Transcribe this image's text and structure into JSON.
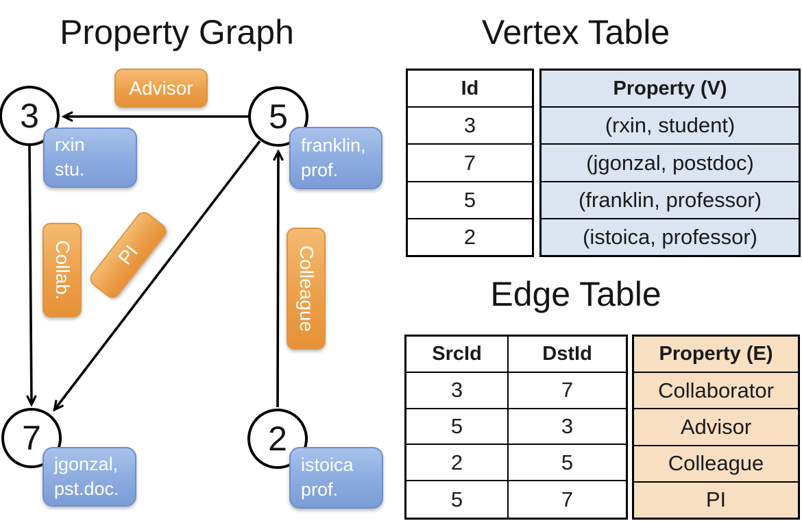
{
  "colors": {
    "edge_label_orange": "#eca04a",
    "vertex_box_blue": "#8fafe2",
    "vertex_table_fill": "#dbe5f2",
    "edge_table_fill": "#f8dfc2",
    "line_black": "#000000"
  },
  "property_graph": {
    "title": "Property Graph",
    "vertices": [
      {
        "id": "3",
        "property": "rxin\nstu."
      },
      {
        "id": "5",
        "property": "franklin,\nprof."
      },
      {
        "id": "7",
        "property": "jgonzal,\npst.doc."
      },
      {
        "id": "2",
        "property": "istoica\nprof."
      }
    ],
    "edge_labels": [
      "Advisor",
      "Collab.",
      "PI",
      "Colleague"
    ]
  },
  "vertex_table": {
    "title": "Vertex Table",
    "columns": [
      "Id",
      "Property (V)"
    ],
    "rows": [
      {
        "id": "3",
        "property": "(rxin, student)"
      },
      {
        "id": "7",
        "property": "(jgonzal, postdoc)"
      },
      {
        "id": "5",
        "property": "(franklin, professor)"
      },
      {
        "id": "2",
        "property": "(istoica, professor)"
      }
    ]
  },
  "edge_table": {
    "title": "Edge Table",
    "columns": [
      "SrcId",
      "DstId",
      "Property (E)"
    ],
    "rows": [
      {
        "src": "3",
        "dst": "7",
        "property": "Collaborator"
      },
      {
        "src": "5",
        "dst": "3",
        "property": "Advisor"
      },
      {
        "src": "2",
        "dst": "5",
        "property": "Colleague"
      },
      {
        "src": "5",
        "dst": "7",
        "property": "PI"
      }
    ]
  }
}
